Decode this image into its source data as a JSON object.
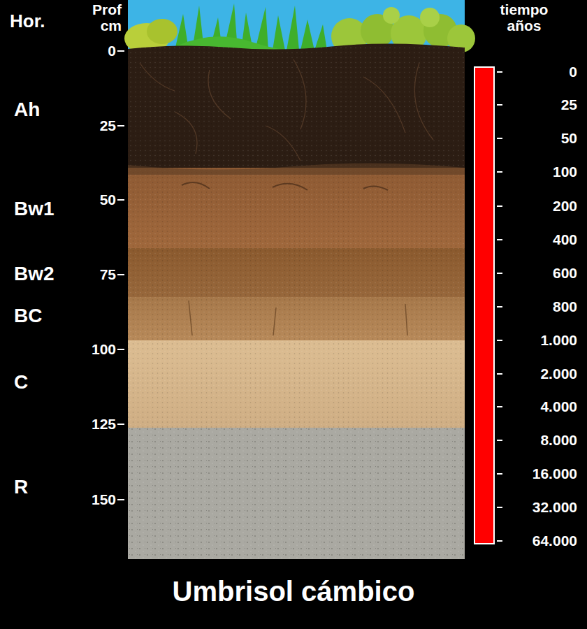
{
  "diagram": {
    "title": "Umbrisol cámbico",
    "labels": [
      "Hor.",
      "Prof cm",
      "tiempo años",
      "Ah",
      "Bw1",
      "Bw2",
      "BC",
      "C",
      "R",
      "0",
      "25",
      "50",
      "75",
      "100",
      "125",
      "150",
      "0",
      "25",
      "50",
      "100",
      "200",
      "400",
      "600",
      "800",
      "1.000",
      "2.000",
      "4.000",
      "8.000",
      "16.000",
      "32.000",
      "64.000"
    ]
  }
}
